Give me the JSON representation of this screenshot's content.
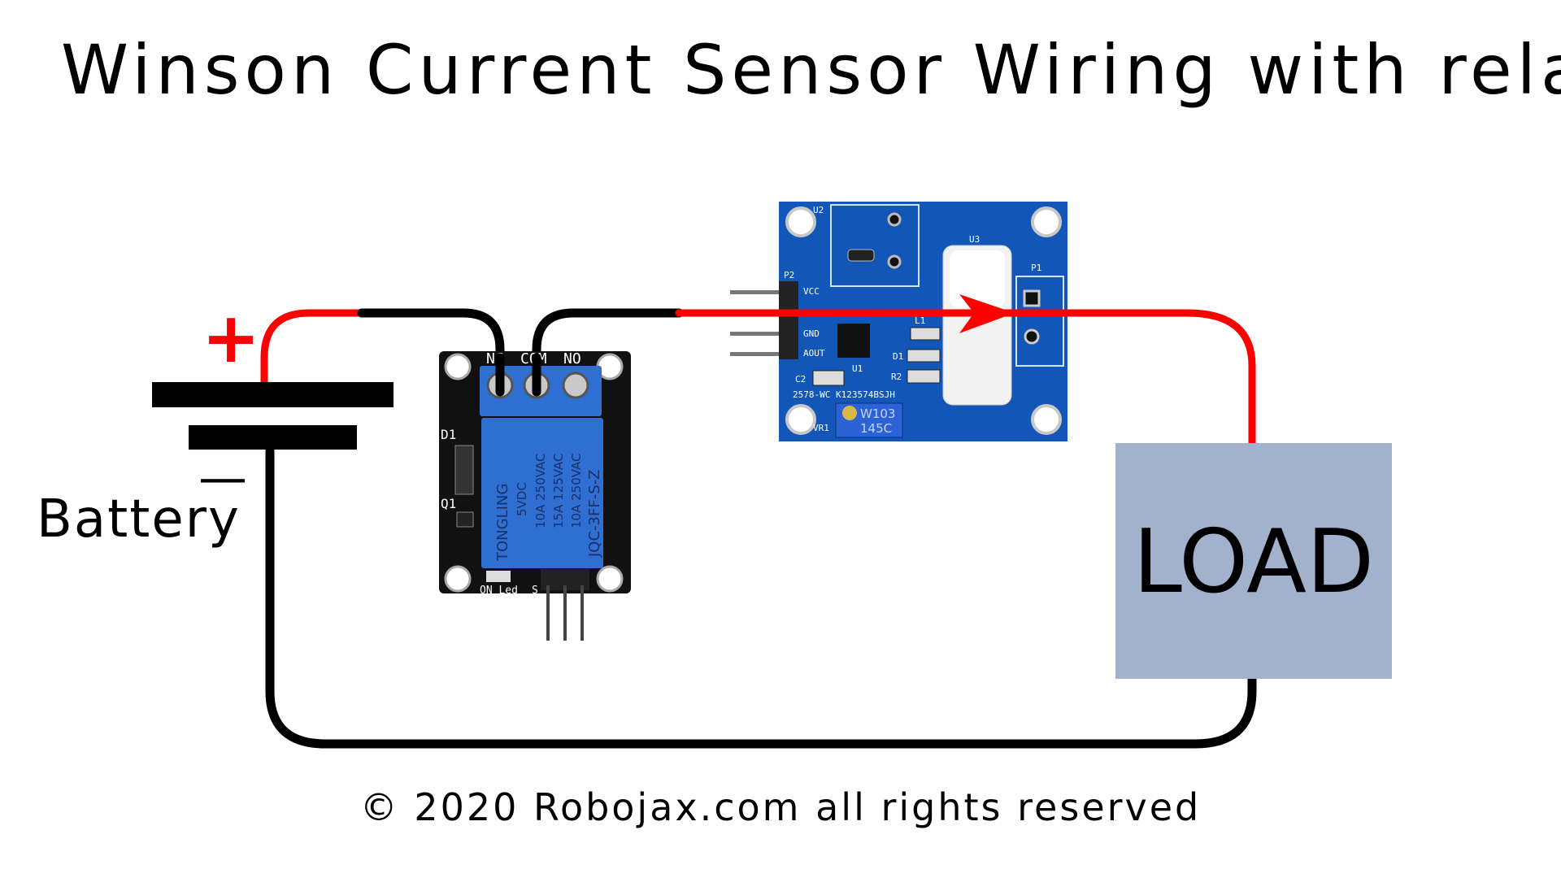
{
  "title": "Winson Current Sensor Wiring with relay",
  "copyright": "© 2020 Robojax.com all rights reserved",
  "colors": {
    "wire_positive": "#ff0000",
    "wire_negative": "#000000",
    "load_fill": "#a2b1cc",
    "pcb_blue": "#1257b8",
    "relay_blue": "#2f6fd1",
    "relay_board": "#111111"
  },
  "battery": {
    "label": "Battery",
    "positive_symbol": "+",
    "negative_symbol": "—"
  },
  "load": {
    "label": "LOAD"
  },
  "relay_module": {
    "terminals": [
      "NC",
      "COM",
      "NO"
    ],
    "brand": "TONGLING",
    "specs": [
      "5VDC",
      "10A 250VAC",
      "15A 125VAC",
      "10A 250VAC"
    ],
    "model": "JQC-3FF-S-Z",
    "labels": {
      "d1": "D1",
      "q1": "Q1",
      "on_led": "ON Led",
      "s": "S"
    }
  },
  "sensor_module": {
    "labels": {
      "u2": "U2",
      "u3": "U3",
      "p1": "P1",
      "p2": "P2",
      "vcc": "VCC",
      "gnd": "GND",
      "aout": "AOUT",
      "c2": "C2",
      "u1": "U1",
      "r2": "R2",
      "l1": "L1",
      "d1": "D1",
      "part": "2578-WC K123574BSJH",
      "vr1": "VR1",
      "pot": "W103",
      "pot_code": "145C"
    },
    "current_direction_icon": "arrow-right-icon"
  }
}
